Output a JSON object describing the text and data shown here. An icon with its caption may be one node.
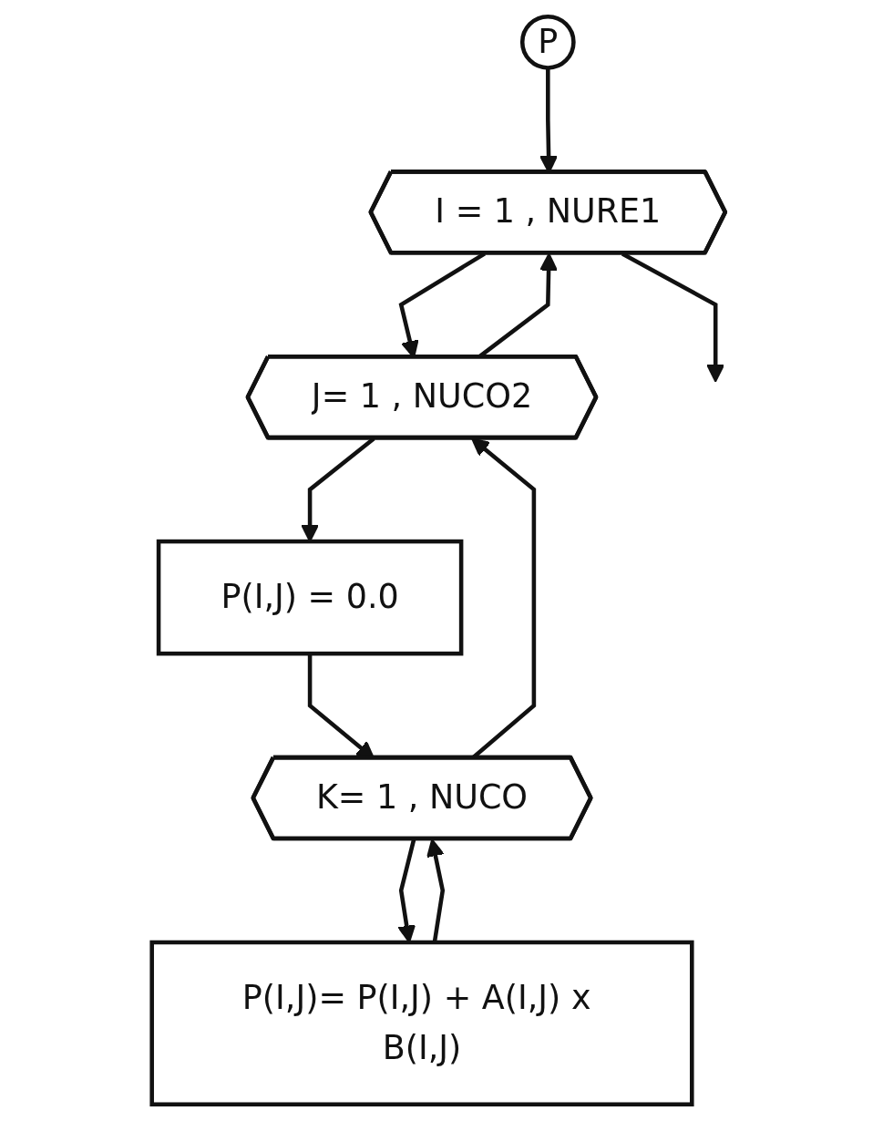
{
  "diagram": {
    "nodes": [
      {
        "text": [
          "P"
        ]
      },
      {
        "text": [
          "I = 1 , NURE1"
        ]
      },
      {
        "text": [
          "J= 1 , NUCO2"
        ]
      },
      {
        "text": [
          "P(I,J) = 0.0"
        ]
      },
      {
        "text": [
          "K= 1 , NUCO"
        ]
      },
      {
        "text": [
          "P(I,J)= P(I,J) + A(I,J) x B(I,J)"
        ]
      }
    ],
    "edges": [
      {
        "from": 0,
        "to": 1,
        "arrow": "to"
      },
      {
        "from": 1,
        "to": 2,
        "arrow": "to"
      },
      {
        "from": 2,
        "to": 3,
        "arrow": "to"
      },
      {
        "from": 3,
        "to": 4,
        "arrow": "to"
      },
      {
        "from": 4,
        "to": 5,
        "arrow": "to"
      },
      {
        "from": 5,
        "to": 4,
        "arrow": "to"
      },
      {
        "from": 4,
        "to": 2,
        "arrow": "to"
      },
      {
        "from": 2,
        "to": 1,
        "arrow": "to"
      },
      {
        "from": 1,
        "to": null,
        "arrow": "to"
      }
    ]
  }
}
